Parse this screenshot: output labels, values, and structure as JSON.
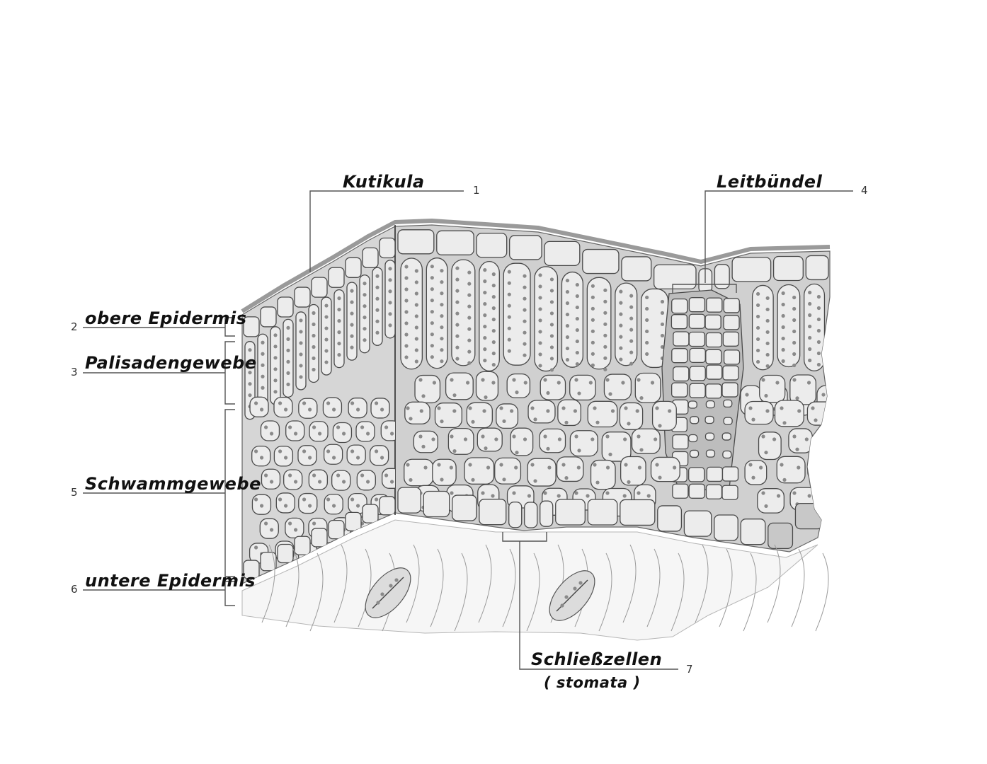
{
  "labels": [
    {
      "number": "1",
      "text": "Kutikula"
    },
    {
      "number": "2",
      "text": "obere Epidermis"
    },
    {
      "number": "3",
      "text": "Palisadengewebe"
    },
    {
      "number": "4",
      "text": "Leitbündel"
    },
    {
      "number": "5",
      "text": "Schwammgewebe"
    },
    {
      "number": "6",
      "text": "untere Epidermis"
    },
    {
      "number": "7",
      "text": "Schließzellen",
      "subtext": "( stomata )"
    }
  ],
  "colors": {
    "background": "#ffffff",
    "cell_fill": "#ececec",
    "tissue_fill": "#d4d4d4",
    "chloroplast": "#8a8a8a",
    "label_text": "#111111",
    "leader_line": "#555555"
  }
}
